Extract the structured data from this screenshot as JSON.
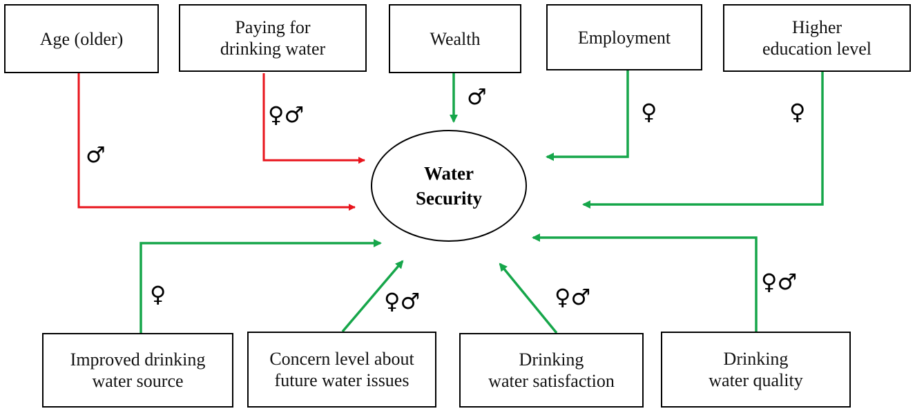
{
  "center": {
    "label": "Water\nSecurity"
  },
  "factors": [
    {
      "id": "age",
      "label": "Age (older)",
      "effect": "negative",
      "gender": "♂"
    },
    {
      "id": "paying",
      "label": "Paying for\ndrinking water",
      "effect": "negative",
      "gender": "♀♂"
    },
    {
      "id": "wealth",
      "label": "Wealth",
      "effect": "positive",
      "gender": "♂"
    },
    {
      "id": "employment",
      "label": "Employment",
      "effect": "positive",
      "gender": "♀"
    },
    {
      "id": "education",
      "label": "Higher\neducation level",
      "effect": "positive",
      "gender": "♀"
    },
    {
      "id": "source",
      "label": "Improved drinking\nwater source",
      "effect": "positive",
      "gender": "♀"
    },
    {
      "id": "concern",
      "label": "Concern level about\nfuture water issues",
      "effect": "positive",
      "gender": "♀♂"
    },
    {
      "id": "satisfaction",
      "label": "Drinking\nwater satisfaction",
      "effect": "positive",
      "gender": "♀♂"
    },
    {
      "id": "quality",
      "label": "Drinking\nwater quality",
      "effect": "positive",
      "gender": "♀♂"
    }
  ],
  "colors": {
    "negative": "#e8141c",
    "positive": "#16a64a",
    "border": "#000000"
  }
}
